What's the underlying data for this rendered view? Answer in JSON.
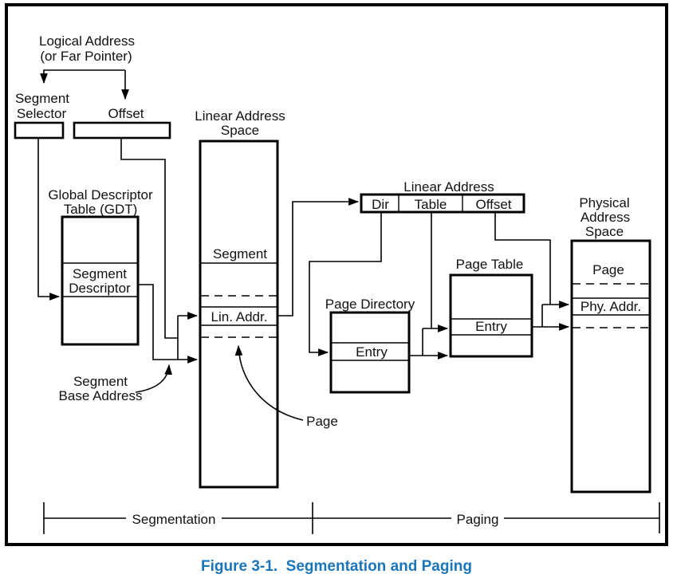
{
  "figure": {
    "caption": "Figure 3-1.  Segmentation and Paging"
  },
  "colors": {
    "caption": "#1b75bb",
    "line": "#000000",
    "background": "#ffffff"
  },
  "segmentation": {
    "brace_label": "Segmentation",
    "logical_address": {
      "line1": "Logical Address",
      "line2": "(or Far Pointer)"
    },
    "segment_selector": {
      "line1": "Segment",
      "line2": "Selector"
    },
    "offset_label": "Offset",
    "gdt": {
      "title_line1": "Global Descriptor",
      "title_line2": "Table (GDT)",
      "cell_line1": "Segment",
      "cell_line2": "Descriptor"
    },
    "linear_address_space": {
      "title_line1": "Linear Address",
      "title_line2": "Space",
      "segment_label": "Segment",
      "lin_addr_label": "Lin. Addr."
    },
    "segment_base_address": {
      "line1": "Segment",
      "line2": "Base Address"
    },
    "page_annotation": "Page"
  },
  "paging": {
    "brace_label": "Paging",
    "linear_address": {
      "title": "Linear Address",
      "dir": "Dir",
      "table": "Table",
      "offset": "Offset"
    },
    "page_directory": {
      "title": "Page Directory",
      "entry": "Entry"
    },
    "page_table": {
      "title": "Page Table",
      "entry": "Entry"
    },
    "physical_address_space": {
      "title_line1": "Physical",
      "title_line2": "Address",
      "title_line3": "Space",
      "page_label": "Page",
      "phy_addr_label": "Phy. Addr."
    }
  }
}
